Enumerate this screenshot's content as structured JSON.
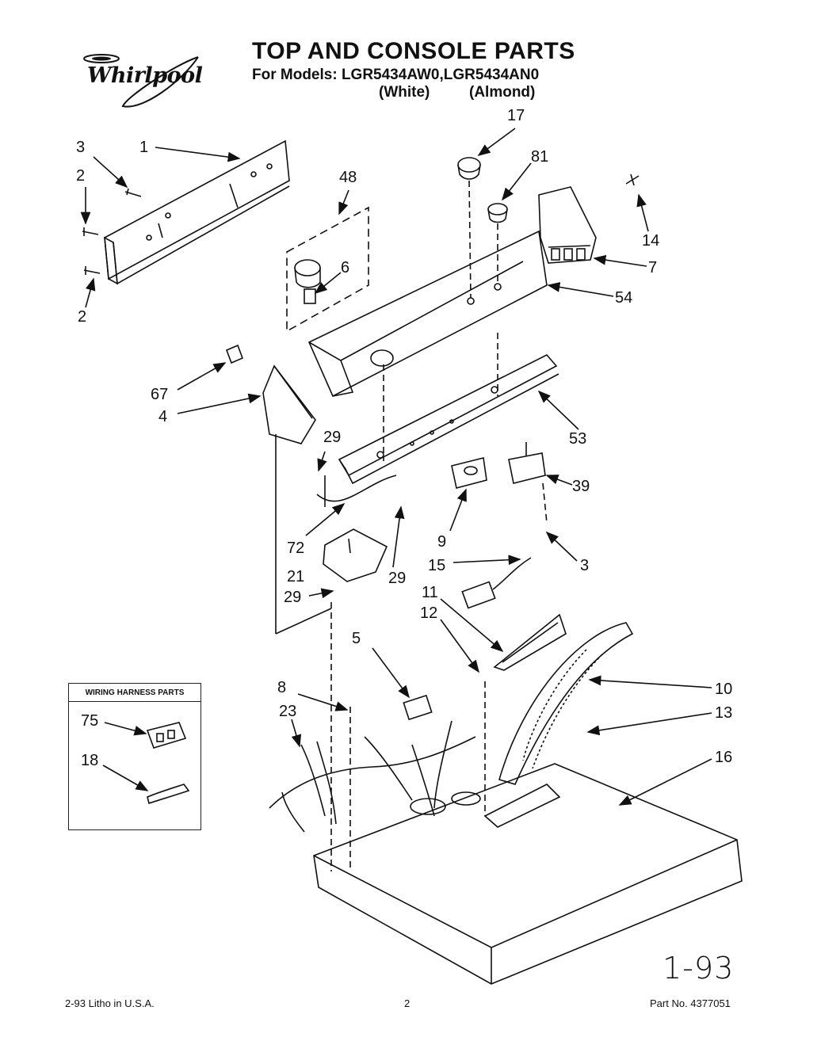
{
  "header": {
    "brand": "Whirlpool",
    "title": "TOP AND CONSOLE PARTS",
    "models": "For Models: LGR5434AW0,LGR5434AN0",
    "color_white": "(White)",
    "color_almond": "(Almond)"
  },
  "harness_box": {
    "title": "WIRING HARNESS PARTS"
  },
  "callouts": {
    "c1": "1",
    "c2a": "2",
    "c2b": "2",
    "c3a": "3",
    "c3b": "3",
    "c4": "4",
    "c5": "5",
    "c6": "6",
    "c7": "7",
    "c8": "8",
    "c9": "9",
    "c10": "10",
    "c11": "11",
    "c12": "12",
    "c13": "13",
    "c14": "14",
    "c15": "15",
    "c16": "16",
    "c17": "17",
    "c18": "18",
    "c21": "21",
    "c23": "23",
    "c29a": "29",
    "c29b": "29",
    "c29c": "29",
    "c39": "39",
    "c48": "48",
    "c53": "53",
    "c54": "54",
    "c67": "67",
    "c72": "72",
    "c75": "75",
    "c81": "81"
  },
  "footer": {
    "date": "2-93  Litho in U.S.A.",
    "page": "2",
    "part_no": "Part No. 4377051",
    "handwritten": "1-93"
  }
}
